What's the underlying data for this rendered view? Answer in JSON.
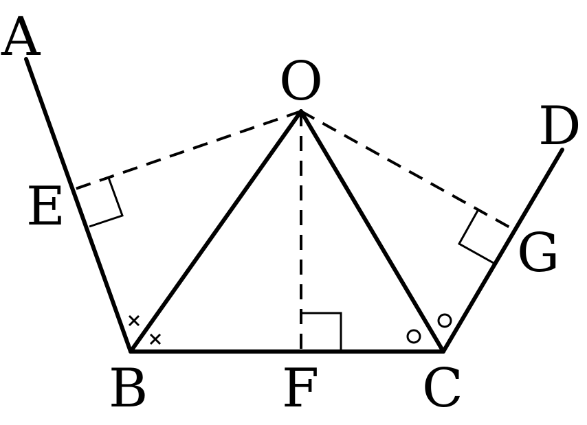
{
  "points": {
    "A": "A",
    "B": "B",
    "C": "C",
    "D": "D",
    "E": "E",
    "F": "F",
    "G": "G",
    "O": "O"
  },
  "colors": {
    "stroke": "#000000",
    "background": "#ffffff"
  }
}
